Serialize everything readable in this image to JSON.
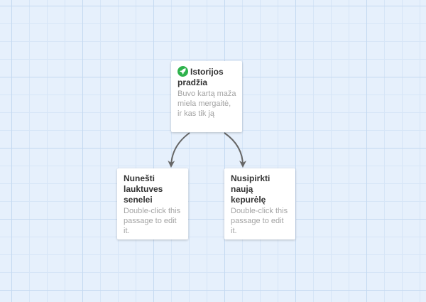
{
  "passages": [
    {
      "title": "Istorijos pradžia",
      "excerpt": "Buvo kartą maža miela mergaitė, ir kas tik ją",
      "is_start": true,
      "start_icon": "rocket-icon",
      "start_icon_color": "#2eb24c"
    },
    {
      "title": "Nunešti lauktuves senelei",
      "excerpt": "Double-click this passage to edit it."
    },
    {
      "title": "Nusipirkti naują kepurėlę",
      "excerpt": "Double-click this passage to edit it."
    }
  ],
  "links": [
    {
      "from": "Istorijos pradžia",
      "to": "Nunešti lauktuves senelei"
    },
    {
      "from": "Istorijos pradžia",
      "to": "Nusipirkti naują kepurėlę"
    }
  ],
  "colors": {
    "background": "#e6f0fc",
    "grid_major": "#c4d9f1",
    "grid_minor": "#d6e5f7",
    "link_arrow": "#666666",
    "excerpt_text": "#a3a3a3"
  }
}
